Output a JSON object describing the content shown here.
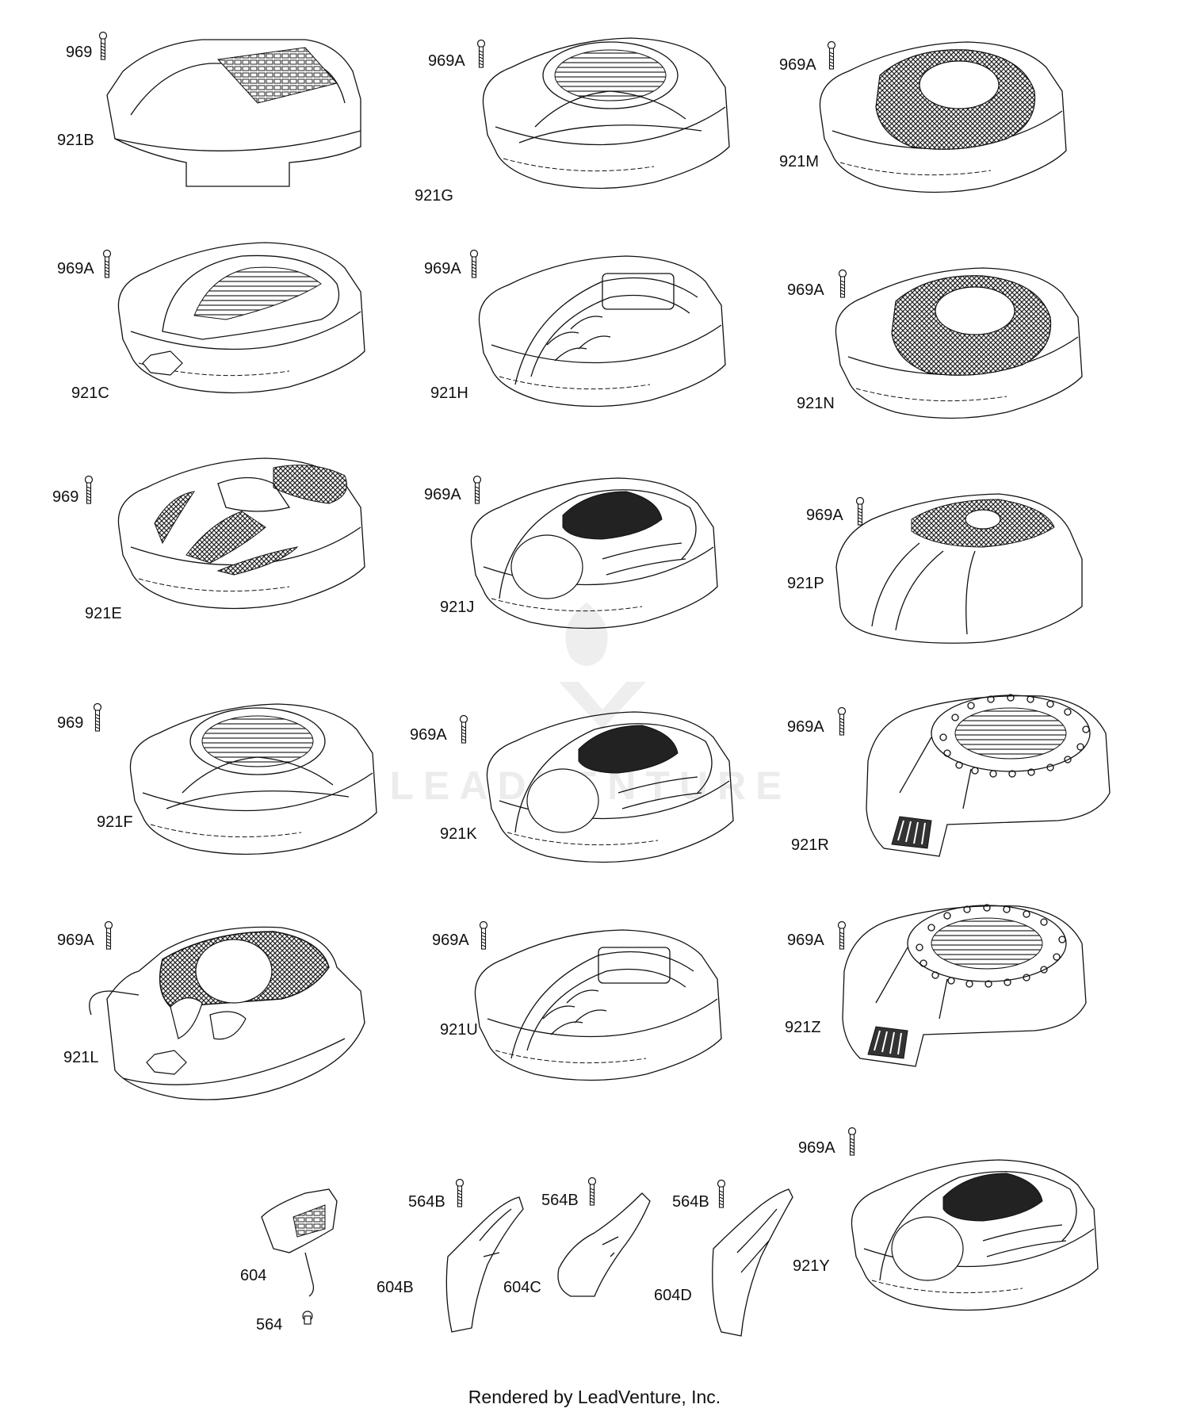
{
  "watermark": "LEADVENTURE",
  "footer": "Rendered by LeadVenture, Inc.",
  "parts": [
    {
      "id": "921B",
      "screw": "969",
      "style": "grille"
    },
    {
      "id": "921G",
      "screw": "969A",
      "style": "ring"
    },
    {
      "id": "921M",
      "screw": "969A",
      "style": "mesh"
    },
    {
      "id": "921C",
      "screw": "969A",
      "style": "window"
    },
    {
      "id": "921H",
      "screw": "969A",
      "style": "vents"
    },
    {
      "id": "921N",
      "screw": "969A",
      "style": "mesh"
    },
    {
      "id": "921E",
      "screw": "969",
      "style": "sport"
    },
    {
      "id": "921J",
      "screw": "969A",
      "style": "dark"
    },
    {
      "id": "921P",
      "screw": "969A",
      "style": "dots"
    },
    {
      "id": "921F",
      "screw": "969",
      "style": "ring"
    },
    {
      "id": "921K",
      "screw": "969A",
      "style": "dark"
    },
    {
      "id": "921R",
      "screw": "969A",
      "style": "round"
    },
    {
      "id": "921L",
      "screw": "969A",
      "style": "bold"
    },
    {
      "id": "921U",
      "screw": "969A",
      "style": "vents"
    },
    {
      "id": "921Z",
      "screw": "969A",
      "style": "round"
    },
    {
      "id": "921Y",
      "screw": "969A",
      "style": "dark"
    }
  ],
  "small_parts": [
    {
      "id": "604",
      "screw": "564"
    },
    {
      "id": "604B",
      "screw": "564B"
    },
    {
      "id": "604C",
      "screw": "564B"
    },
    {
      "id": "604D",
      "screw": "564B"
    }
  ]
}
